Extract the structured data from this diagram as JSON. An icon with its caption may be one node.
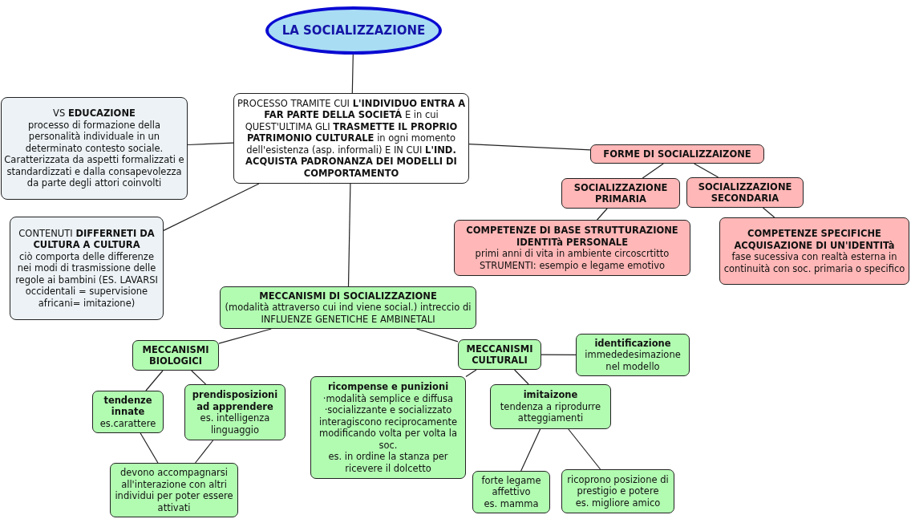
{
  "diagram": {
    "nodes": [
      {
        "text": [
          "LA SOCIALIZZAZIONE"
        ]
      },
      {
        "text": [
          "PROCESSO TRAMITE CUI **L'INDIVIDUO ENTRA A FAR PARTE DELLA SOCIETÁ** E in cui QUEST'ULTIMA GLI **TRASMETTE IL PROPRIO PATRIMONIO CULTURALE** in ogni momento dell'esistenza (asp. informali) E IN CUI **L'IND. ACQUISTA PADRONANZA DEI MODELLI DI COMPORTAMENTO**"
        ]
      },
      {
        "text": [
          "VS **EDUCAZIONE**",
          "processo di formazione della personalità individuale in un determinato contesto sociale. Caratterizzata da aspetti formalizzati e standardizzati e dalla consapevolezza da parte degli attori coinvolti"
        ]
      },
      {
        "text": [
          "CONTENUTI **DIFFERNETI DA CULTURA A CULTURA**",
          "ciò comporta delle differenze nei modi di trasmissione delle regole ai bambini (ES. LAVARSI occidentali = supervisione africani= imitazione)"
        ]
      },
      {
        "text": [
          "FORME DI SOCIALIZZAIZONE"
        ]
      },
      {
        "text": [
          "SOCIALIZZAZIONE PRIMARIA"
        ]
      },
      {
        "text": [
          "SOCIALIZZAZIONE SECONDARIA"
        ]
      },
      {
        "text": [
          "COMPETENZE DI BASE STRUTTURAZIONE IDENTITà PERSONALE",
          "primi anni di vita in ambiente circoscrtitto STRUMENTI: esempio e legame emotivo"
        ]
      },
      {
        "text": [
          "COMPETENZE SPECIFICHE ACQUISAZIONE DI UN'IDENTITà",
          "fase sucessiva con realtà esterna in continuità con soc. primaria o specifico"
        ]
      },
      {
        "text": [
          "MECCANISMI DI SOCIALIZZAZIONE",
          "(modalità attraverso cui ind viene social.) intreccio di INFLUENZE GENETICHE E AMBINETALI"
        ]
      },
      {
        "text": [
          "MECCANISMI BIOLOGICI"
        ]
      },
      {
        "text": [
          "MECCANISMI CULTURALI"
        ]
      },
      {
        "text": [
          "identificazione",
          "immededesimazione nel modello"
        ]
      },
      {
        "text": [
          "tendenze innate",
          "es.carattere"
        ]
      },
      {
        "text": [
          "prendisposizioni ad apprendere",
          "es. intelligenza linguaggio"
        ]
      },
      {
        "text": [
          "ricompense e punizioni",
          "·modalità semplice e diffusa",
          "·socializzante e socializzato interagiscono reciprocamente modificando volta per volta la soc.",
          "es. in ordine la stanza per ricevere il dolcetto"
        ]
      },
      {
        "text": [
          "imitaizone",
          "tendenza a riprodurre atteggiamenti"
        ]
      },
      {
        "text": [
          "devono accompagnarsi all'interazione con altri individui per poter essere attivati"
        ]
      },
      {
        "text": [
          "forte legame affettivo",
          "es. mamma"
        ]
      },
      {
        "text": [
          "ricoprono posizione di prestigio e potere",
          "es. migliore amico"
        ]
      }
    ],
    "edges": [
      {
        "from": 0,
        "to": 1,
        "arrow": "none"
      },
      {
        "from": 1,
        "to": 2,
        "arrow": "none"
      },
      {
        "from": 1,
        "to": 4,
        "arrow": "none"
      },
      {
        "from": 1,
        "to": 3,
        "arrow": "none"
      },
      {
        "from": 1,
        "to": 9,
        "arrow": "none"
      },
      {
        "from": 4,
        "to": 5,
        "arrow": "none"
      },
      {
        "from": 4,
        "to": 6,
        "arrow": "none"
      },
      {
        "from": 5,
        "to": 7,
        "arrow": "none"
      },
      {
        "from": 6,
        "to": 8,
        "arrow": "none"
      },
      {
        "from": 9,
        "to": 10,
        "arrow": "none"
      },
      {
        "from": 9,
        "to": 11,
        "arrow": "none"
      },
      {
        "from": 11,
        "to": 12,
        "arrow": "none"
      },
      {
        "from": 11,
        "to": 15,
        "arrow": "none"
      },
      {
        "from": 11,
        "to": 16,
        "arrow": "none"
      },
      {
        "from": 10,
        "to": 13,
        "arrow": "none"
      },
      {
        "from": 10,
        "to": 14,
        "arrow": "none"
      },
      {
        "from": 13,
        "to": 17,
        "arrow": "none"
      },
      {
        "from": 14,
        "to": 17,
        "arrow": "none"
      },
      {
        "from": 16,
        "to": 18,
        "arrow": "none"
      },
      {
        "from": 16,
        "to": 19,
        "arrow": "none"
      }
    ]
  }
}
